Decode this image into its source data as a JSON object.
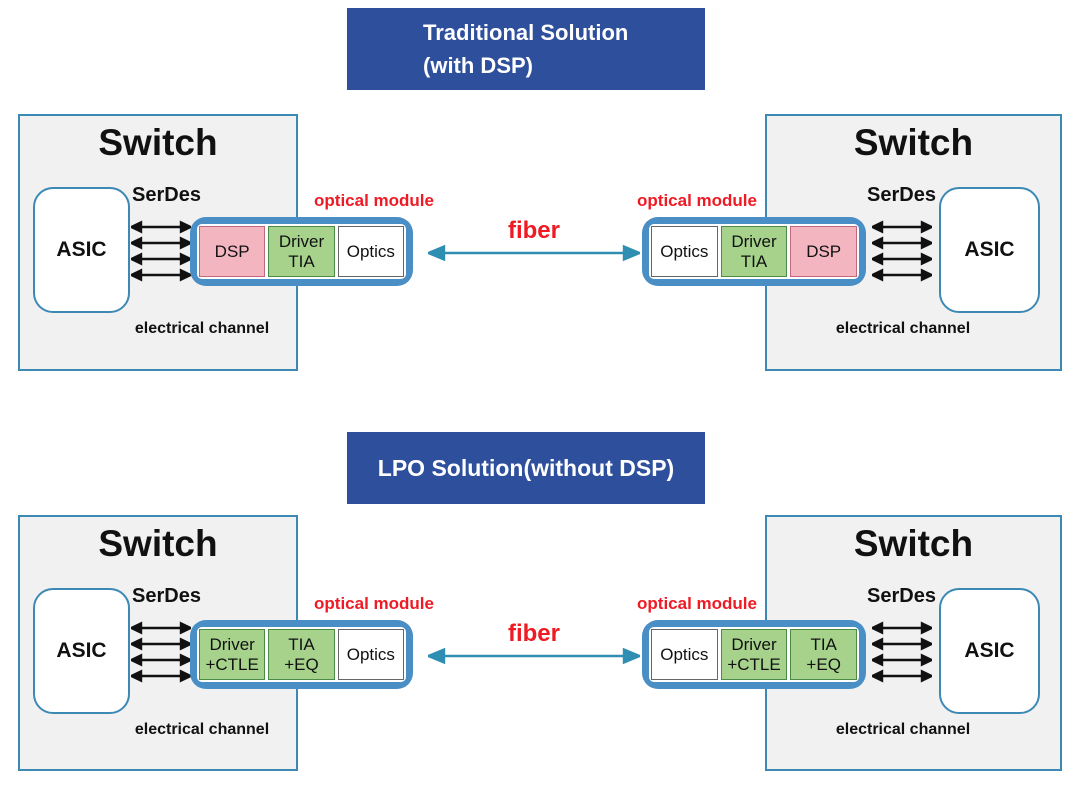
{
  "colors": {
    "banner_background": "#2e4f9c",
    "banner_text": "#ffffff",
    "switch_fill": "#f1f1f1",
    "switch_border": "#3c89b4",
    "module_frame_blue": "#4a8ec6",
    "block_pink": "#f3b6c1",
    "block_green": "#a6d28c",
    "block_white": "#ffffff",
    "red_label": "#ee1b24",
    "fiber_arrow_teal": "#2e8fb3",
    "serdes_arrow_black": "#111111"
  },
  "icons": {
    "serdes_link": "double-headed-arrow",
    "fiber_link": "double-headed-arrow"
  },
  "sections": {
    "traditional": {
      "banner": {
        "line1": "Traditional Solution",
        "line2": "(with DSP)"
      },
      "switches": {
        "left": {
          "title": "Switch",
          "chip": "ASIC",
          "serdes": "SerDes",
          "channel": "electrical channel"
        },
        "right": {
          "title": "Switch",
          "chip": "ASIC",
          "serdes": "SerDes",
          "channel": "electrical channel"
        }
      },
      "modules": {
        "left": {
          "label": "optical module",
          "blocks": [
            {
              "text": "DSP",
              "color": "pink"
            },
            {
              "text": "Driver\nTIA",
              "color": "green"
            },
            {
              "text": "Optics",
              "color": "white"
            }
          ]
        },
        "right": {
          "label": "optical module",
          "blocks": [
            {
              "text": "Optics",
              "color": "white"
            },
            {
              "text": "Driver\nTIA",
              "color": "green"
            },
            {
              "text": "DSP",
              "color": "pink"
            }
          ]
        }
      },
      "fiber_label": "fiber"
    },
    "lpo": {
      "banner": {
        "line1": "LPO Solution(without DSP)"
      },
      "switches": {
        "left": {
          "title": "Switch",
          "chip": "ASIC",
          "serdes": "SerDes",
          "channel": "electrical channel"
        },
        "right": {
          "title": "Switch",
          "chip": "ASIC",
          "serdes": "SerDes",
          "channel": "electrical channel"
        }
      },
      "modules": {
        "left": {
          "label": "optical module",
          "blocks": [
            {
              "text": "Driver\n+CTLE",
              "color": "green"
            },
            {
              "text": "TIA\n+EQ",
              "color": "green"
            },
            {
              "text": "Optics",
              "color": "white"
            }
          ]
        },
        "right": {
          "label": "optical module",
          "blocks": [
            {
              "text": "Optics",
              "color": "white"
            },
            {
              "text": "Driver\n+CTLE",
              "color": "green"
            },
            {
              "text": "TIA\n+EQ",
              "color": "green"
            }
          ]
        }
      },
      "fiber_label": "fiber"
    }
  }
}
